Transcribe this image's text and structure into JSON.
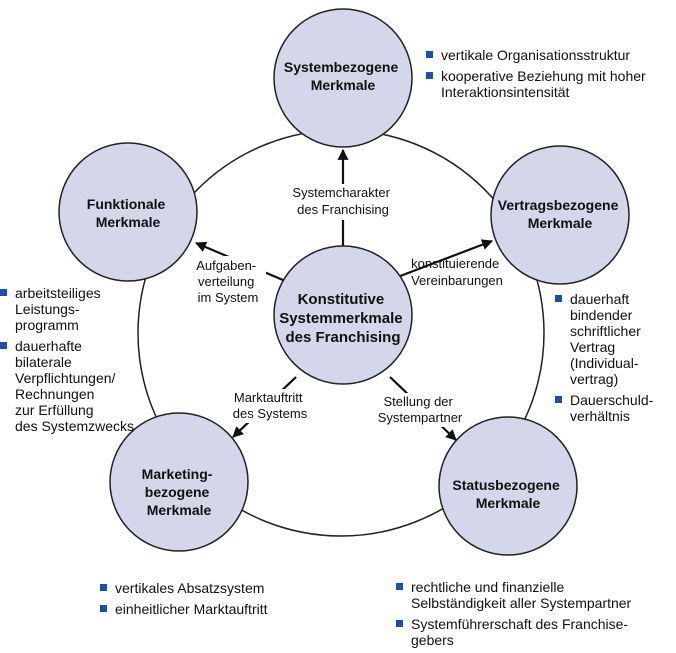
{
  "center": {
    "title_lines": [
      "Konstitutive",
      "Systemmerkmale",
      "des Franchising"
    ]
  },
  "nodes": {
    "system": {
      "title_lines": [
        "Systembezogene",
        "Merkmale"
      ]
    },
    "vertrag": {
      "title_lines": [
        "Vertragsbezogene",
        "Merkmale"
      ]
    },
    "status": {
      "title_lines": [
        "Statusbezogene",
        "Merkmale"
      ]
    },
    "marketing": {
      "title_lines": [
        "Marketing-",
        "bezogene",
        "Merkmale"
      ]
    },
    "funktional": {
      "title_lines": [
        "Funktionale",
        "Merkmale"
      ]
    }
  },
  "edge_labels": {
    "system": [
      "Systemcharakter",
      "des Franchising"
    ],
    "vertrag": [
      "konstituierende",
      "Vereinbarungen"
    ],
    "status": [
      "Stellung der",
      "Systempartner"
    ],
    "marketing": [
      "Marktauftritt",
      "des Systems"
    ],
    "funktional": [
      "Aufgaben-",
      "verteilung",
      "im System"
    ]
  },
  "bullets": {
    "system": [
      "vertikale Organisationsstruktur",
      "kooperative Beziehung mit hoher\nInteraktionsintensität"
    ],
    "vertrag": [
      "dauerhaft\nbindender\nschriftlicher\nVertrag\n(Individual-\nvertrag)",
      "Dauerschuld-\nverhältnis"
    ],
    "status": [
      "rechtliche und finanzielle\nSelbständigkeit aller Systempartner",
      "Systemführerschaft des Franchise-\ngebers"
    ],
    "marketing": [
      "vertikales Absatzsystem",
      "einheitlicher Marktauftritt"
    ],
    "funktional": [
      "arbeitsteiliges\nLeistungs-\nprogramm",
      "dauerhafte\nbilaterale\nVerpflichtungen/\nRechnungen\nzur Erfüllung\ndes Systemzwecks"
    ]
  },
  "colors": {
    "circle_fill": "#d4d6ea",
    "line": "#222222",
    "bullet": "#1f4fa8"
  }
}
